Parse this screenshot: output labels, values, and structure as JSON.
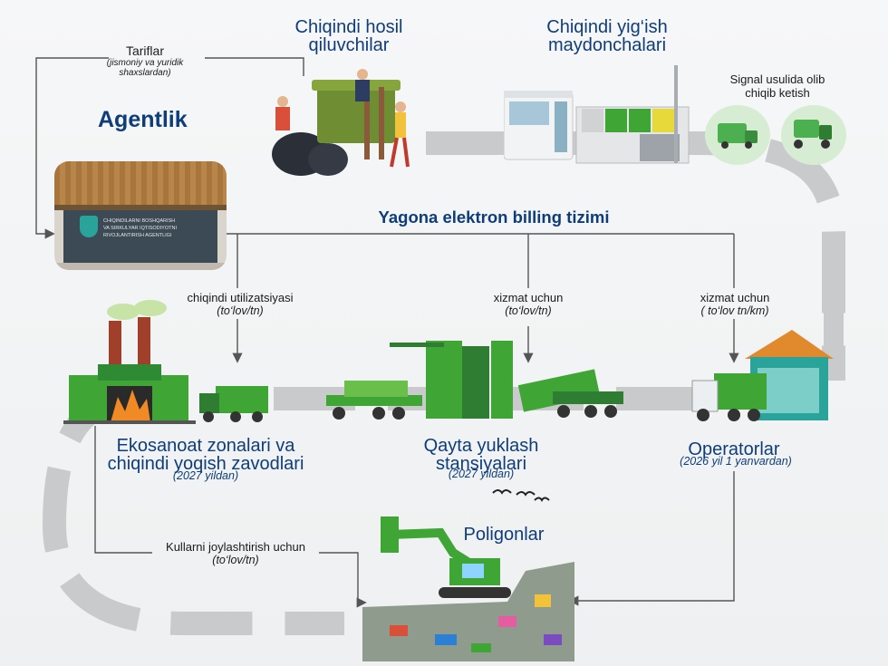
{
  "agency": {
    "title": "Agentlik",
    "sign": [
      "CHIQINDILARNI BOSHQARISH",
      "VA SIRKULYAR IQTISODIYOTNI",
      "RIVOJLANTIRISH AGENTLIGI"
    ]
  },
  "tariffs": {
    "label": "Tariflar",
    "note": "(jismoniy va yuridik shaxslardan)"
  },
  "producers": {
    "title_l1": "Chiqindi hosil",
    "title_l2": "qiluvchilar"
  },
  "collection": {
    "title_l1": "Chiqindi yig‘ish",
    "title_l2": "maydonchalari"
  },
  "signal": {
    "title_l1": "Signal usulida olib",
    "title_l2": "chiqib ketish"
  },
  "billing": {
    "title": "Yagona elektron billing tizimi"
  },
  "payments": {
    "utilization": {
      "label": "chiqindi utilizatsiyasi",
      "note": "(to‘lov/tn)"
    },
    "service_station": {
      "label": "xizmat uchun",
      "note": "(to‘lov/tn)"
    },
    "service_operator": {
      "label": "xizmat uchun",
      "note": "( to‘lov tn/km)"
    },
    "ash": {
      "label": "Kullarni joylashtirish uchun",
      "note": "(to‘lov/tn)"
    }
  },
  "plants": {
    "title_l1": "Ekosanoat zonalari va",
    "title_l2": "chiqindi yoqish zavodlari",
    "note": "(2027 yildan)"
  },
  "stations": {
    "title_l1": "Qayta yuklash",
    "title_l2": "stansiyalari",
    "note": "(2027 yildan)"
  },
  "operators": {
    "title": "Operatorlar",
    "note": "(2026 yil 1 yanvardan)"
  },
  "landfills": {
    "title": "Poligonlar"
  },
  "colors": {
    "title_blue": "#0f3d7a",
    "green": "#3fa535",
    "dark_green": "#2e7d32",
    "road_gray": "#c9cacb",
    "line": "#555555"
  }
}
